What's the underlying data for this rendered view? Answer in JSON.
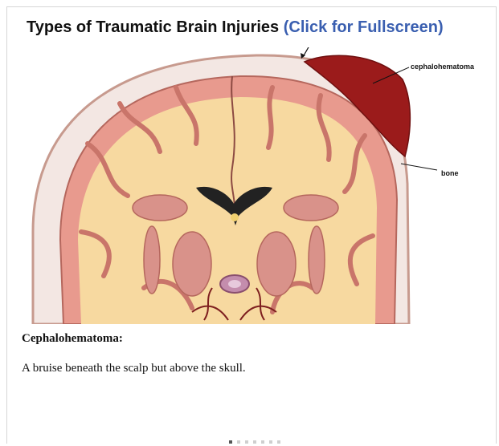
{
  "header": {
    "title": "Types of Traumatic Brain Injuries",
    "fullscreen_link": "(Click for Fullscreen)"
  },
  "illustration": {
    "labels": {
      "cephalohematoma": "cephalohematoma",
      "bone": "bone"
    }
  },
  "caption": {
    "title": "Cephalohematoma:",
    "text": "A bruise beneath the scalp but above the skull."
  },
  "carousel": {
    "active_slide": 1,
    "slide_count": 7
  },
  "colors": {
    "link": "#3a5fb0",
    "hematoma": "#9b1b1b",
    "cortex": "#e89a8e",
    "white_matter": "#f7d9a0",
    "skull": "#f3e7e3"
  }
}
